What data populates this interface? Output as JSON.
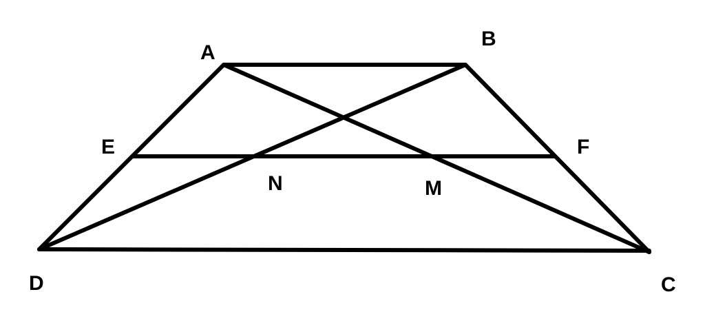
{
  "figure": {
    "labels": {
      "A": "A",
      "B": "B",
      "C": "C",
      "D": "D",
      "E": "E",
      "F": "F",
      "N": "N",
      "M": "M"
    },
    "segments": [
      "AB",
      "BC",
      "CD",
      "DA",
      "EF",
      "AC",
      "BD"
    ],
    "stroke_color": "#000000",
    "background": "#ffffff"
  }
}
